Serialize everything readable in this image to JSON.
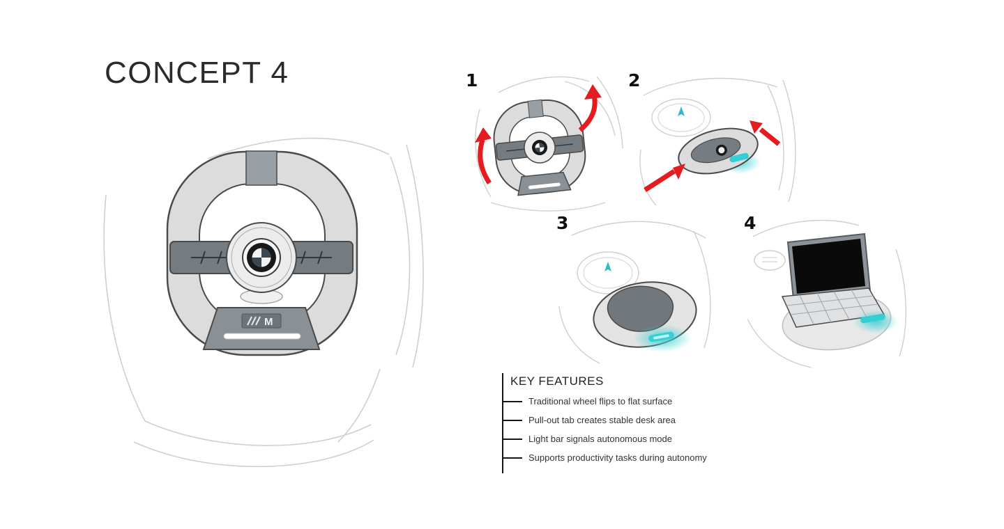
{
  "title": "CONCEPT 4",
  "colors": {
    "accent_red": "#e41b1f",
    "glow_teal": "#3fd0d6",
    "sketch_gray": "#cfcfcf",
    "wheel_fill": "#dcdcdc",
    "panel_gray": "#8a9196",
    "ink": "#1a1a1a"
  },
  "main_wheel": {
    "m_badge_label": "M"
  },
  "steps": [
    {
      "number": "1"
    },
    {
      "number": "2"
    },
    {
      "number": "3"
    },
    {
      "number": "4"
    }
  ],
  "key_features": {
    "heading": "KEY FEATURES",
    "items": [
      "Traditional wheel flips to flat surface",
      "Pull-out tab creates stable desk area",
      "Light bar signals autonomous mode",
      "Supports productivity tasks during autonomy"
    ]
  }
}
